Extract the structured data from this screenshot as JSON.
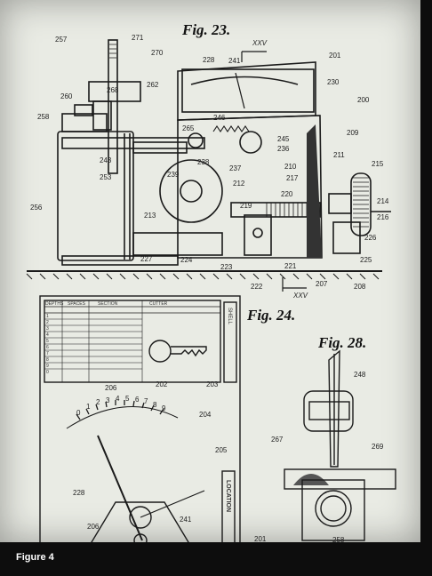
{
  "figures": {
    "fig23": "Fig. 23.",
    "fig24": "Fig. 24.",
    "fig28": "Fig. 28."
  },
  "section_mark": "XXV",
  "fig23_labels": {
    "l257": "257",
    "l271": "271",
    "l270": "270",
    "l268": "268",
    "l262": "262",
    "l260": "260",
    "l258": "258",
    "l228": "228",
    "l241": "241",
    "l201": "201",
    "l230": "230",
    "l200": "200",
    "l209": "209",
    "l246": "246",
    "l265": "265",
    "l243": "243",
    "l253": "253",
    "l239": "239",
    "l238": "238",
    "l237": "237",
    "l245": "245",
    "l236": "236",
    "l210": "210",
    "l211": "211",
    "l215": "215",
    "l212": "212",
    "l217": "217",
    "l220": "220",
    "l214": "214",
    "l256": "256",
    "l213": "213",
    "l219": "219",
    "l216": "216",
    "l226": "226",
    "l225": "225",
    "l227": "227",
    "l224": "224",
    "l223": "223",
    "l221": "221",
    "l222": "222",
    "l207": "207",
    "l208": "208"
  },
  "fig24_labels": {
    "l206a": "206",
    "l202": "202",
    "l203": "203",
    "l204": "204",
    "l205": "205",
    "l228": "228",
    "l241": "241",
    "l206b": "206",
    "l201": "201",
    "side_tab": "SHELL",
    "location": "LOCATION"
  },
  "fig24_table": {
    "headers": [
      "DEPTHS",
      "SPACES",
      "SECTION",
      "CUTTER"
    ],
    "rows": [
      "1",
      "2",
      "3",
      "4",
      "5",
      "6",
      "7",
      "8",
      "9",
      "0"
    ]
  },
  "dial_numbers": [
    "0",
    "1",
    "2",
    "3",
    "4",
    "5",
    "6",
    "7",
    "8",
    "9"
  ],
  "fig28_labels": {
    "l248": "248",
    "l267": "267",
    "l269": "269",
    "l258": "258"
  },
  "caption": "Figure 4"
}
